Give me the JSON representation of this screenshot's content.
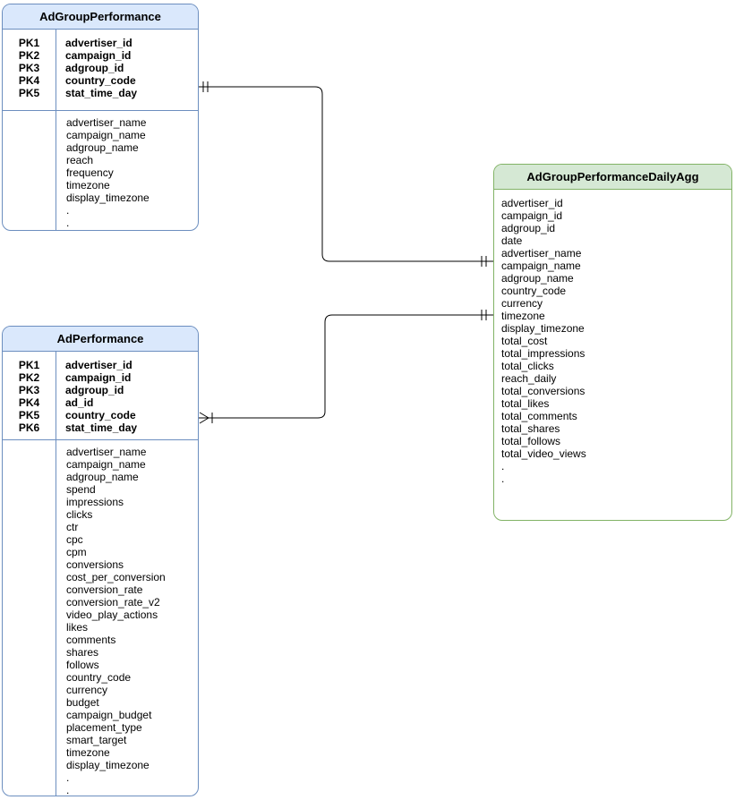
{
  "diagram": {
    "type": "entity-relationship-diagram",
    "connector_color": "#000000",
    "entities": [
      {
        "title": "AdGroupPerformance",
        "header_fill": "#dae8fc",
        "border_color": "#6c8ebf",
        "primary_keys": [
          {
            "label": "PK1",
            "field": "advertiser_id"
          },
          {
            "label": "PK2",
            "field": "campaign_id"
          },
          {
            "label": "PK3",
            "field": "adgroup_id"
          },
          {
            "label": "PK4",
            "field": "country_code"
          },
          {
            "label": "PK5",
            "field": "stat_time_day"
          }
        ],
        "fields": [
          "advertiser_name",
          "campaign_name",
          "adgroup_name",
          "reach",
          "frequency",
          "timezone",
          "display_timezone",
          ".",
          "."
        ]
      },
      {
        "title": "AdPerformance",
        "header_fill": "#dae8fc",
        "border_color": "#6c8ebf",
        "primary_keys": [
          {
            "label": "PK1",
            "field": "advertiser_id"
          },
          {
            "label": "PK2",
            "field": "campaign_id"
          },
          {
            "label": "PK3",
            "field": "adgroup_id"
          },
          {
            "label": "PK4",
            "field": "ad_id"
          },
          {
            "label": "PK5",
            "field": "country_code"
          },
          {
            "label": "PK6",
            "field": "stat_time_day"
          }
        ],
        "fields": [
          "advertiser_name",
          "campaign_name",
          "adgroup_name",
          "spend",
          "impressions",
          "clicks",
          "ctr",
          "cpc",
          "cpm",
          "conversions",
          "cost_per_conversion",
          "conversion_rate",
          "conversion_rate_v2",
          "video_play_actions",
          "likes",
          "comments",
          "shares",
          "follows",
          "country_code",
          "currency",
          "budget",
          "campaign_budget",
          "placement_type",
          "smart_target",
          "timezone",
          "display_timezone",
          ".",
          "."
        ]
      },
      {
        "title": "AdGroupPerformanceDailyAgg",
        "header_fill": "#d5e8d4",
        "border_color": "#82b366",
        "primary_keys": [],
        "fields": [
          "advertiser_id",
          "campaign_id",
          "adgroup_id",
          "date",
          "advertiser_name",
          "campaign_name",
          "adgroup_name",
          "country_code",
          "currency",
          "timezone",
          "display_timezone",
          "total_cost",
          "total_impressions",
          "total_clicks",
          "reach_daily",
          "total_conversions",
          "total_likes",
          "total_comments",
          "total_shares",
          "total_follows",
          "total_video_views",
          ".",
          "."
        ]
      }
    ],
    "relationships": [
      {
        "from": "AdGroupPerformance",
        "to": "AdGroupPerformanceDailyAgg",
        "from_cardinality": "exactly-one",
        "to_cardinality": "exactly-one"
      },
      {
        "from": "AdPerformance",
        "to": "AdGroupPerformanceDailyAgg",
        "from_cardinality": "one-or-many",
        "to_cardinality": "exactly-one"
      }
    ]
  }
}
